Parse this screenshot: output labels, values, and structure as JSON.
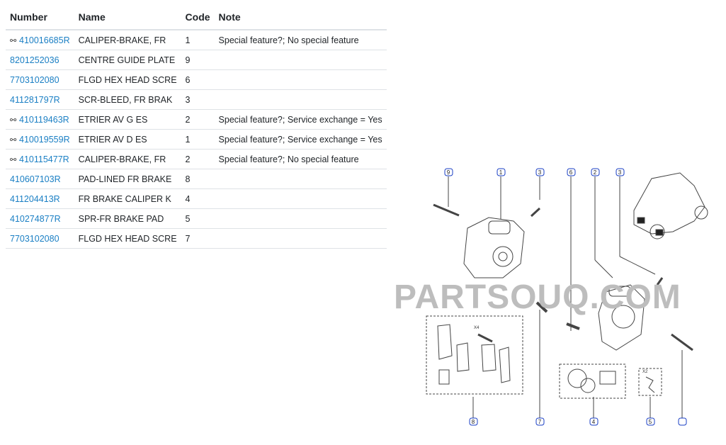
{
  "table": {
    "headers": [
      "Number",
      "Name",
      "Code",
      "Note"
    ],
    "rows": [
      {
        "number": "410016685R",
        "name": "CALIPER-BRAKE, FR",
        "code": "1",
        "note": "Special feature?; No special feature",
        "linked": true
      },
      {
        "number": "8201252036",
        "name": "CENTRE GUIDE PLATE",
        "code": "9",
        "note": "",
        "linked": false
      },
      {
        "number": "7703102080",
        "name": "FLGD HEX HEAD SCRE",
        "code": "6",
        "note": "",
        "linked": false
      },
      {
        "number": "411281797R",
        "name": "SCR-BLEED, FR BRAK",
        "code": "3",
        "note": "",
        "linked": false
      },
      {
        "number": "410119463R",
        "name": "ETRIER AV G ES",
        "code": "2",
        "note": "Special feature?; Service exchange = Yes",
        "linked": true
      },
      {
        "number": "410019559R",
        "name": "ETRIER AV D ES",
        "code": "1",
        "note": "Special feature?; Service exchange = Yes",
        "linked": true
      },
      {
        "number": "410115477R",
        "name": "CALIPER-BRAKE, FR",
        "code": "2",
        "note": "Special feature?; No special feature",
        "linked": true
      },
      {
        "number": "410607103R",
        "name": "PAD-LINED FR BRAKE",
        "code": "8",
        "note": "",
        "linked": false
      },
      {
        "number": "411204413R",
        "name": "FR BRAKE CALIPER K",
        "code": "4",
        "note": "",
        "linked": false
      },
      {
        "number": "410274877R",
        "name": "SPR-FR BRAKE PAD",
        "code": "5",
        "note": "",
        "linked": false
      },
      {
        "number": "7703102080",
        "name": "FLGD HEX HEAD SCRE",
        "code": "7",
        "note": "",
        "linked": false
      }
    ]
  },
  "diagram": {
    "watermark": "PARTSOUQ.COM",
    "callouts_top": [
      "9",
      "1",
      "3",
      "6",
      "2",
      "3"
    ],
    "callouts_bottom": [
      "8",
      "7",
      "4",
      "5",
      ""
    ],
    "qty_labels": [
      "X4",
      "X2"
    ]
  },
  "colors": {
    "link": "#1a7fc4",
    "callout": "#1a3fc4"
  }
}
